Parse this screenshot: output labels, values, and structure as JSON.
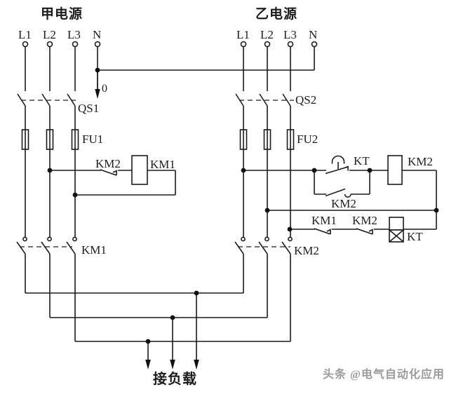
{
  "source_a": {
    "title": "甲电源",
    "terminals": [
      "L1",
      "L2",
      "L3",
      "N"
    ]
  },
  "source_b": {
    "title": "乙电源",
    "terminals": [
      "L1",
      "L2",
      "L3",
      "N"
    ]
  },
  "labels": {
    "neutral_node": "0",
    "qs1": "QS1",
    "qs2": "QS2",
    "fu1": "FU1",
    "fu2": "FU2",
    "km2_interlock": "KM2",
    "km1_coil": "KM1",
    "kt_delay_contact": "KT",
    "km2_coil": "KM2",
    "km2_selfhold": "KM2",
    "km1_nc": "KM1",
    "km2_nc": "KM2",
    "kt_coil": "KT",
    "km1_main": "KM1",
    "km2_main": "KM2",
    "load": "接负载"
  },
  "watermark": "头条 @电气自动化应用",
  "colors": {
    "line": "#1c1c1c",
    "watermark": "#9b9b9b",
    "background": "#ffffff"
  }
}
